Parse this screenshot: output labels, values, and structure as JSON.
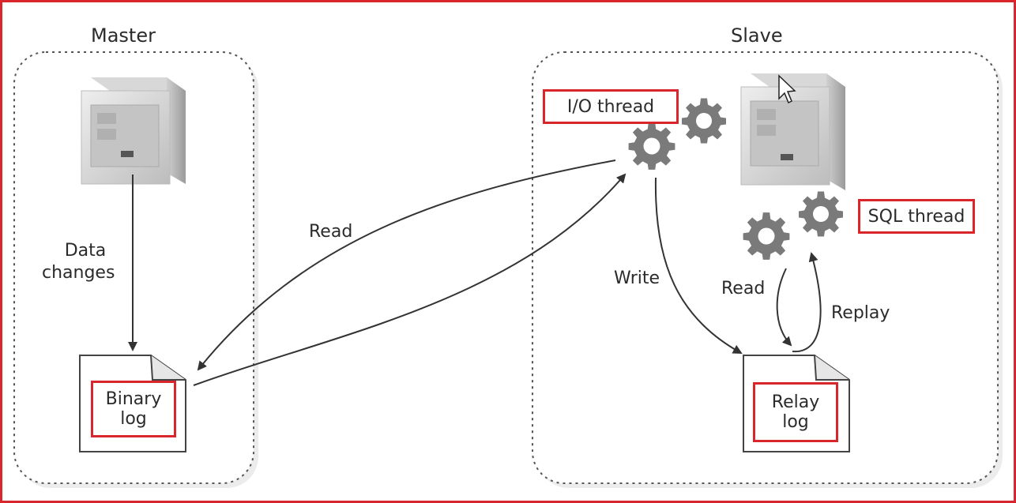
{
  "master": {
    "title": "Master",
    "data_changes": [
      "Data",
      "changes"
    ],
    "binary_log": [
      "Binary",
      "log"
    ]
  },
  "slave": {
    "title": "Slave",
    "io_thread": "I/O thread",
    "sql_thread": "SQL thread",
    "relay_log": [
      "Relay",
      "log"
    ],
    "write": "Write",
    "read": "Read",
    "replay": "Replay"
  },
  "read_label": "Read",
  "colors": {
    "border": "#d9262c",
    "gear": "#7a7a7a",
    "text": "#2b2b2b"
  }
}
